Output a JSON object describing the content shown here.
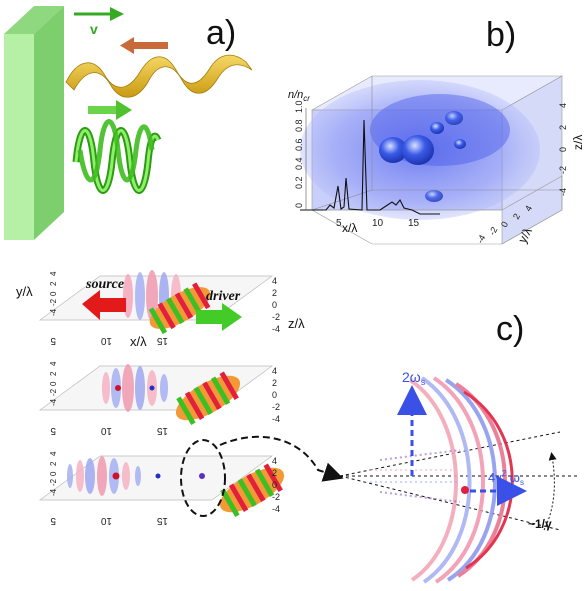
{
  "panels": {
    "a": {
      "label": "a)",
      "velocity_label": "v",
      "colors": {
        "wall": "#aee8a0",
        "wave_reflected": "#e0b21e",
        "wave_incident": "#44cc22",
        "arrow_v": "#33aa22",
        "arrow_reflected": "#c86a3a"
      }
    },
    "b": {
      "label": "b)",
      "axis_n": "n/n",
      "axis_n_sub": "cr",
      "n_ticks": [
        "0",
        "0.2",
        "0.4",
        "0.6",
        "0.8",
        "1.0"
      ],
      "axis_x": "x/λ",
      "x_ticks": [
        "5",
        "10",
        "15"
      ],
      "axis_y": "y/λ",
      "y_ticks": [
        "-4",
        "-2",
        "0",
        "2",
        "4"
      ],
      "axis_z": "z/λ",
      "z_ticks": [
        "-4",
        "-2",
        "0",
        "2",
        "4"
      ],
      "colors": {
        "cloud": "#6f7ff2",
        "blob": "#2e4fe0"
      }
    },
    "c": {
      "label": "c)",
      "source_label": "source",
      "driver_label": "driver",
      "axis_y": "y/λ",
      "axis_z": "z/λ",
      "axis_x": "x/λ",
      "x_ticks": [
        "5",
        "10",
        "15"
      ],
      "side_ticks": [
        "4",
        "2",
        "0",
        "-2",
        "-4"
      ],
      "freq_up": "2ω",
      "freq_up_sub": "s",
      "freq_fwd_pre": "4γ",
      "freq_fwd_sup": "2",
      "freq_fwd_post": " ω",
      "freq_fwd_sub": "s",
      "angle_label": "~1/γ",
      "colors": {
        "red": "#e0203c",
        "blue": "#3040d8",
        "green": "#3bbf22",
        "orange": "#f08a1e"
      }
    }
  }
}
